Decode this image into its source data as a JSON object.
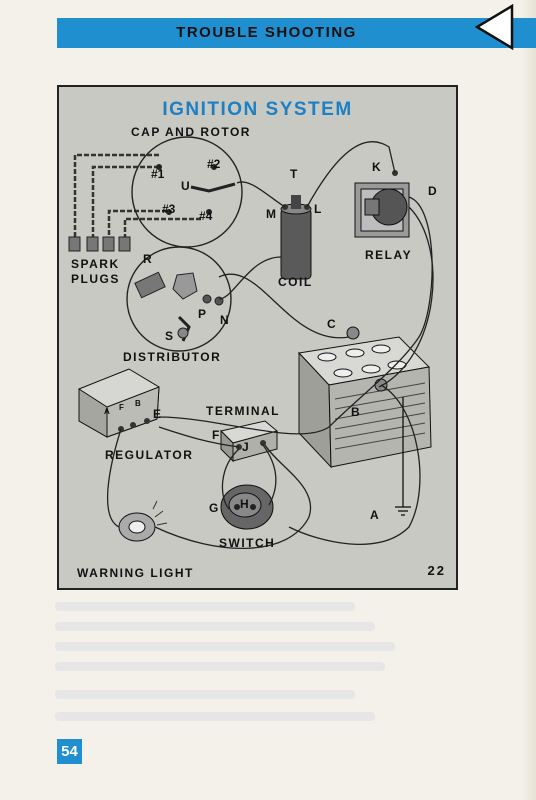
{
  "header": {
    "title": "TROUBLE SHOOTING"
  },
  "figure": {
    "title": "IGNITION  SYSTEM",
    "number": "22",
    "labels": {
      "cap_and_rotor": "CAP AND ROTOR",
      "spark_plugs_1": "SPARK",
      "spark_plugs_2": "PLUGS",
      "coil": "COIL",
      "relay": "RELAY",
      "distributor": "DISTRIBUTOR",
      "terminal": "TERMINAL",
      "regulator": "REGULATOR",
      "switch": "SWITCH",
      "warning_light": "WARNING LIGHT"
    },
    "terminals": {
      "n1": "#1",
      "n2": "#2",
      "n3": "#3",
      "n4": "#4",
      "U": "U",
      "T": "T",
      "L": "L",
      "M": "M",
      "K": "K",
      "D": "D",
      "R": "R",
      "P": "P",
      "N": "N",
      "S": "S",
      "C": "C",
      "B": "B",
      "A": "A",
      "E": "E",
      "F": "F",
      "J": "J",
      "G": "G",
      "H": "H",
      "reg_A": "A",
      "reg_F": "F",
      "reg_B": "B"
    }
  },
  "page_number": "54"
}
